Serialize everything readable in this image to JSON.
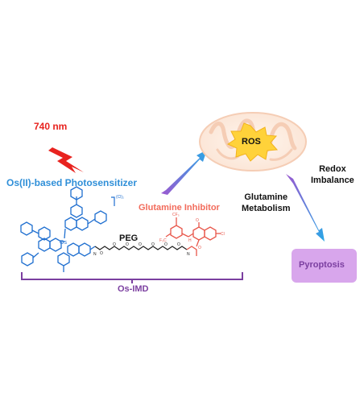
{
  "light": {
    "label": "740 nm",
    "color": "#e8231f"
  },
  "photosensitizer": {
    "label": "Os(II)-based Photosensitizer",
    "color": "#2f8fd8"
  },
  "inhibitor": {
    "label": "Glutamine Inhibitor",
    "color": "#f26b5b"
  },
  "linker": {
    "label": "PEG"
  },
  "molecule": {
    "name": "Os-IMD",
    "name_color": "#7b3fa0",
    "metal": "Os",
    "charge": "(Cl)₂"
  },
  "mitochondrion": {
    "label": "ROS"
  },
  "pathway": {
    "label_left": [
      "Glutamine",
      "Metabolism"
    ],
    "label_right": [
      "Redox",
      "Imbalance"
    ]
  },
  "outcome": {
    "label": "Pyroptosis",
    "fill": "#d8a6ec",
    "text_color": "#7b3fa0"
  },
  "colors": {
    "arrow_start": "#9b59d0",
    "arrow_end": "#2aa7e6",
    "bracket": "#7b3fa0"
  },
  "icons": [
    "lightning-bolt-icon",
    "mitochondrion-icon",
    "ros-starburst-icon",
    "gradient-arrow-icon"
  ]
}
